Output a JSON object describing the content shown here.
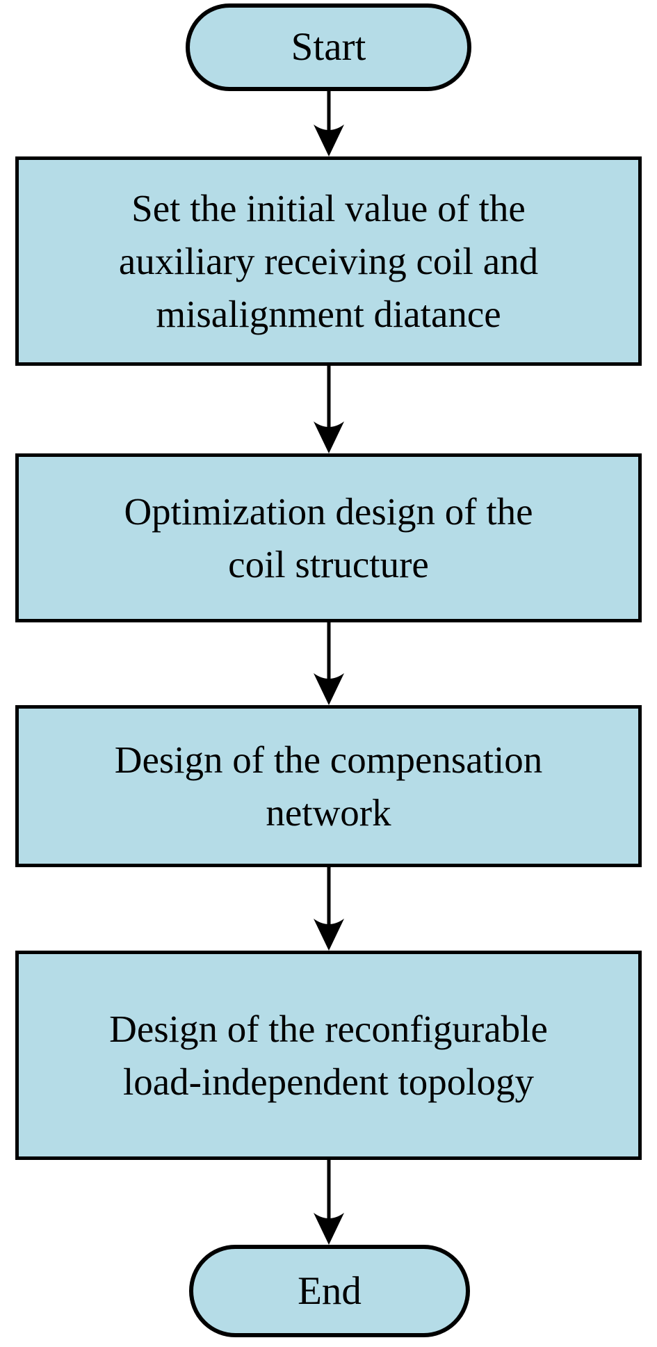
{
  "diagram": {
    "type": "flowchart",
    "direction": "top-down",
    "colors": {
      "node_fill": "#b5dce7",
      "node_border": "#000000",
      "arrow": "#000000",
      "text": "#000000",
      "background": "#ffffff"
    },
    "nodes": [
      {
        "id": "start",
        "shape": "terminator",
        "label": "Start"
      },
      {
        "id": "step1",
        "shape": "process",
        "label": "Set the initial value of the auxiliary receiving coil and misalignment diatance",
        "lines": [
          "Set the initial value of the",
          "auxiliary receiving coil and",
          "misalignment diatance"
        ]
      },
      {
        "id": "step2",
        "shape": "process",
        "label": "Optimization design of the coil structure",
        "lines": [
          "Optimization design of the",
          "coil structure"
        ]
      },
      {
        "id": "step3",
        "shape": "process",
        "label": "Design of the compensation network",
        "lines": [
          "Design of the compensation",
          "network"
        ]
      },
      {
        "id": "step4",
        "shape": "process",
        "label": "Design of the reconfigurable load-independent topology",
        "lines": [
          "Design of the reconfigurable",
          "load-independent topology"
        ]
      },
      {
        "id": "end",
        "shape": "terminator",
        "label": "End"
      }
    ],
    "edges": [
      {
        "from": "start",
        "to": "step1"
      },
      {
        "from": "step1",
        "to": "step2"
      },
      {
        "from": "step2",
        "to": "step3"
      },
      {
        "from": "step3",
        "to": "step4"
      },
      {
        "from": "step4",
        "to": "end"
      }
    ]
  }
}
